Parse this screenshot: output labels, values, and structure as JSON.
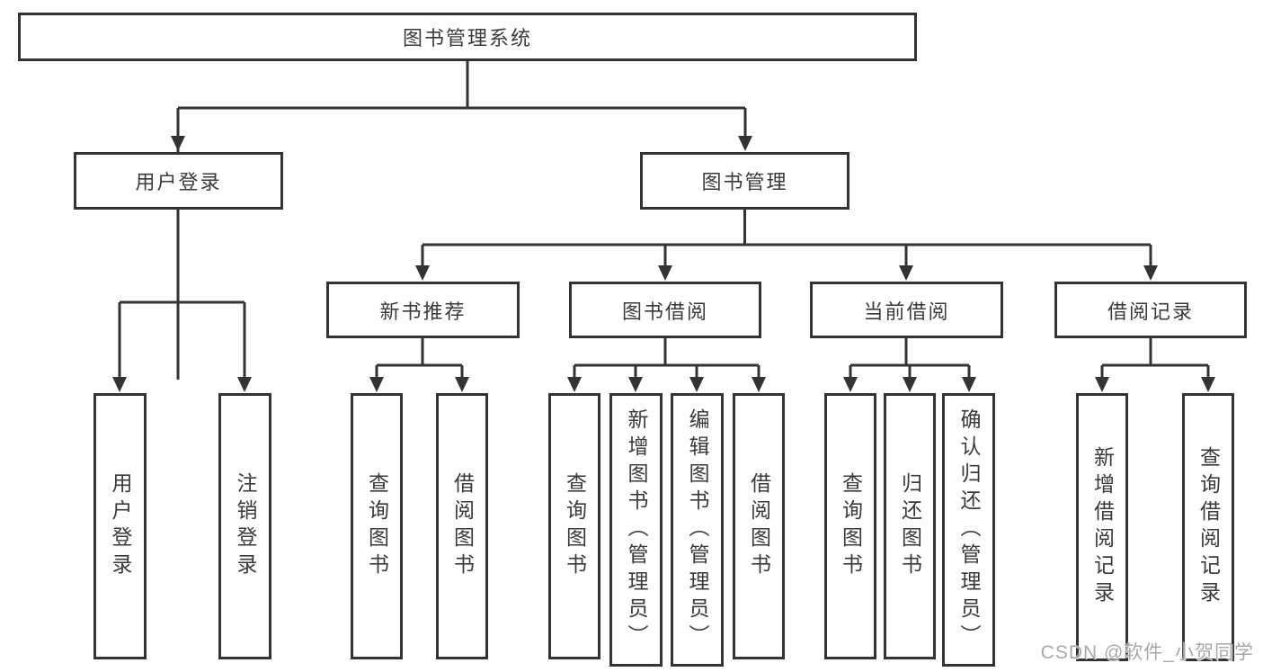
{
  "diagram": {
    "title": "图书管理系统",
    "branches": [
      {
        "label": "用户登录",
        "children": [
          {
            "label": "用户登录"
          },
          {
            "label": "注销登录"
          }
        ]
      },
      {
        "label": "图书管理",
        "children": [
          {
            "label": "新书推荐",
            "children": [
              {
                "label": "查询图书"
              },
              {
                "label": "借阅图书"
              }
            ]
          },
          {
            "label": "图书借阅",
            "children": [
              {
                "label": "查询图书"
              },
              {
                "label": "新增图书（管理员）"
              },
              {
                "label": "编辑图书（管理员）"
              },
              {
                "label": "借阅图书"
              }
            ]
          },
          {
            "label": "当前借阅",
            "children": [
              {
                "label": "查询图书"
              },
              {
                "label": "归还图书"
              },
              {
                "label": "确认归还（管理员）"
              }
            ]
          },
          {
            "label": "借阅记录",
            "children": [
              {
                "label": "新增借阅记录"
              },
              {
                "label": "查询借阅记录"
              }
            ]
          }
        ]
      }
    ]
  },
  "watermark": "CSDN @软件_小贺同学",
  "colors": {
    "line": "#333333",
    "box_border": "#333333",
    "text": "#3a3a3a",
    "watermark": "#a8a8a8",
    "background": "#ffffff"
  }
}
